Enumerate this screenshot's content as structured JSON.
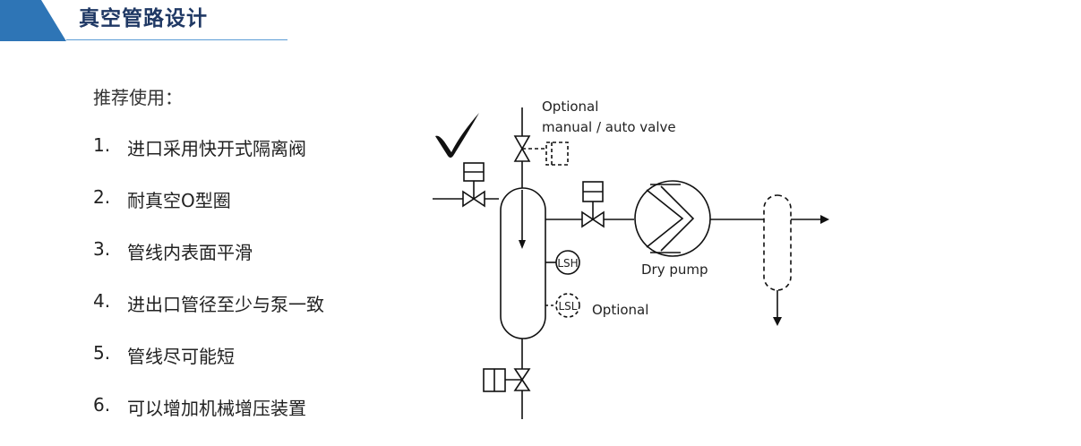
{
  "header": {
    "title": "真空管路设计"
  },
  "intro": "推荐使用：",
  "list": [
    {
      "num": "1.",
      "text": "进口采用快开式隔离阀"
    },
    {
      "num": "2.",
      "text": "耐真空O型圈"
    },
    {
      "num": "3.",
      "text": "管线内表面平滑"
    },
    {
      "num": "4.",
      "text": "进出口管径至少与泵一致"
    },
    {
      "num": "5.",
      "text": "管线尽可能短"
    },
    {
      "num": "6.",
      "text": "可以增加机械增压装置"
    }
  ],
  "diagram": {
    "optional_valve_line1": "Optional",
    "optional_valve_line2": "manual / auto valve",
    "lsh": "LSH",
    "lsl": "LSL",
    "lsl_note": "Optional",
    "pump": "Dry pump"
  },
  "colors": {
    "accent": "#2e75b6",
    "title": "#1f3864",
    "rule": "#5b9bd5"
  }
}
